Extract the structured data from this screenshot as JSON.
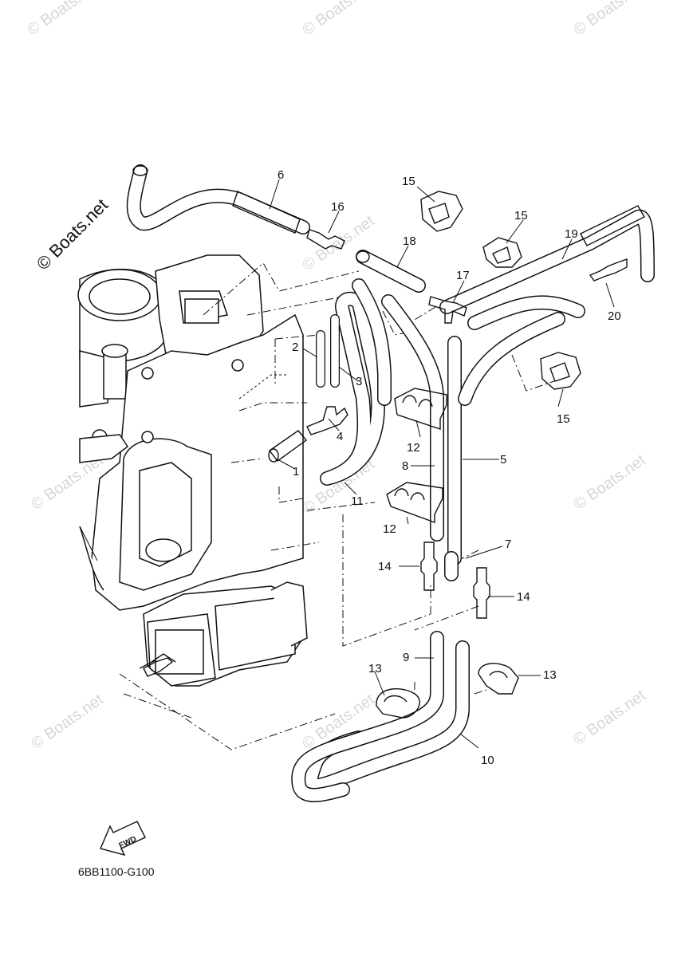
{
  "diagram": {
    "code": "6BB1100-G100",
    "direction_arrow_text": "FWD",
    "watermark_text": "© Boats.net",
    "brand_text": "© Boats.net",
    "part_callouts": [
      "1",
      "2",
      "3",
      "4",
      "5",
      "6",
      "7",
      "8",
      "9",
      "10",
      "11",
      "12",
      "12",
      "13",
      "13",
      "14",
      "14",
      "15",
      "15",
      "15",
      "16",
      "17",
      "18",
      "19",
      "20"
    ]
  },
  "colors": {
    "line": "#111111",
    "watermark": "#d7d7d7",
    "background": "#ffffff"
  }
}
